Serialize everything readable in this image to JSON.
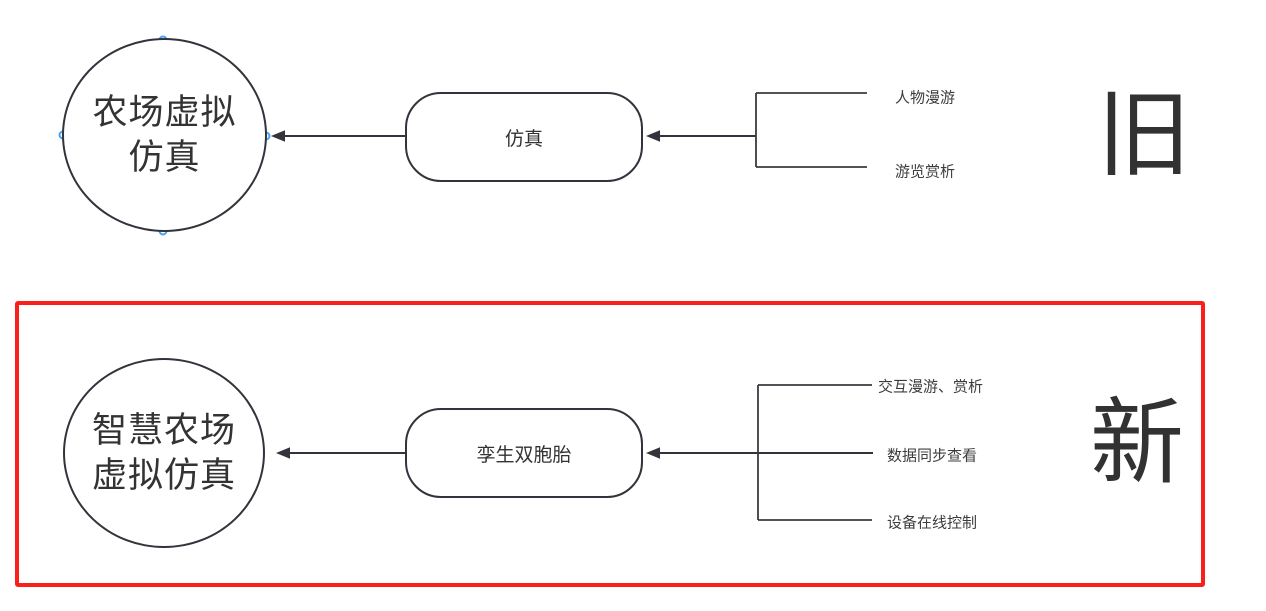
{
  "colors": {
    "stroke": "#32333b",
    "node_text": "#333333",
    "branch_text": "#3d3d3d",
    "highlight_red": "#fa1f1a",
    "handle_blue": "#4aa0f2"
  },
  "old_section": {
    "era_label": "旧",
    "circle": {
      "line1": "农场虚拟",
      "line2": "仿真"
    },
    "box_label": "仿真",
    "branches": [
      "人物漫游",
      "游览赏析"
    ]
  },
  "new_section": {
    "era_label": "新",
    "circle": {
      "line1": "智慧农场",
      "line2": "虚拟仿真"
    },
    "box_label": "孪生双胞胎",
    "branches": [
      "交互漫游、赏析",
      "数据同步查看",
      "设备在线控制"
    ]
  }
}
